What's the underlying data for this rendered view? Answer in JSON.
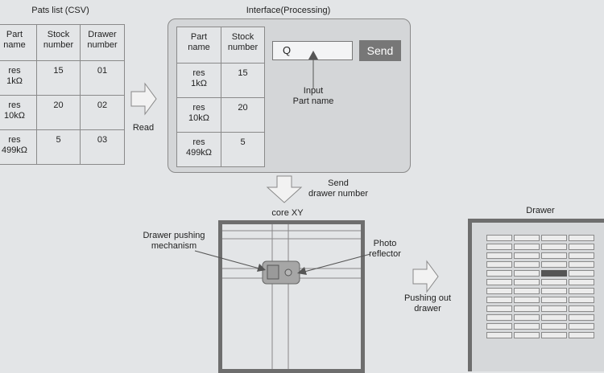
{
  "csv": {
    "title": "Pats list (CSV)",
    "headers": [
      "Part\nname",
      "Stock\nnumber",
      "Drawer\nnumber"
    ],
    "rows": [
      [
        "res\n1kΩ",
        "15",
        "01"
      ],
      [
        "res\n10kΩ",
        "20",
        "02"
      ],
      [
        "res\n499kΩ",
        "5",
        "03"
      ]
    ]
  },
  "read_label": "Read",
  "interface": {
    "title": "Interface(Processing)",
    "headers": [
      "Part\nname",
      "Stock\nnumber"
    ],
    "rows": [
      [
        "res\n1kΩ",
        "15"
      ],
      [
        "res\n10kΩ",
        "20"
      ],
      [
        "res\n499kΩ",
        "5"
      ]
    ],
    "search_value": "Q",
    "send_button": "Send",
    "input_note": "Input\nPart name"
  },
  "send_note": "Send\ndrawer number",
  "corexy": {
    "title": "core XY",
    "mechanism_label": "Drawer  pushing\nmechanism",
    "sensor_label": "Photo\nreflector"
  },
  "pushing_label": "Pushing out\ndrawer",
  "drawer": {
    "title": "Drawer",
    "columns": 4,
    "rows": 12,
    "active_cell": {
      "row": 4,
      "col": 2
    }
  },
  "colors": {
    "background": "#e3e5e7",
    "frame": "#6e6e6e",
    "arrow": "#f2f2f2",
    "button": "#777777"
  }
}
